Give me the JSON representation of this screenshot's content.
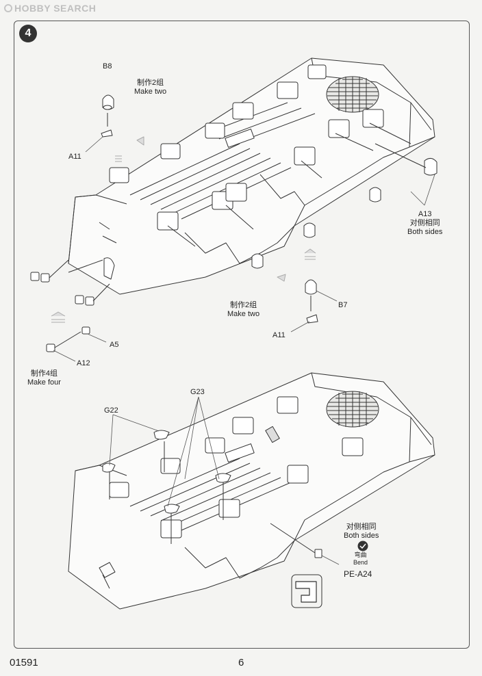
{
  "watermark": "HOBBY SEARCH",
  "step_number": "4",
  "top_section": {
    "b8_label": "B8",
    "make_two_cn": "制作2组",
    "make_two_en": "Make two",
    "a11_label": "A11",
    "a13_label": "A13",
    "both_sides_cn": "对侧相同",
    "both_sides_en": "Both sides",
    "make_two_cn_2": "制作2组",
    "make_two_en_2": "Make two",
    "b7_label": "B7",
    "a11_label_2": "A11",
    "a5_label": "A5",
    "a12_label": "A12",
    "make_four_cn": "制作4组",
    "make_four_en": "Make four"
  },
  "bottom_section": {
    "g23_label": "G23",
    "g22_label": "G22",
    "both_sides_cn": "对侧相同",
    "both_sides_en": "Both sides",
    "bend_cn": "弯曲",
    "bend_en": "Bend",
    "pe_label": "PE-A24"
  },
  "footer": {
    "kit_number": "01591",
    "page_number": "6"
  }
}
